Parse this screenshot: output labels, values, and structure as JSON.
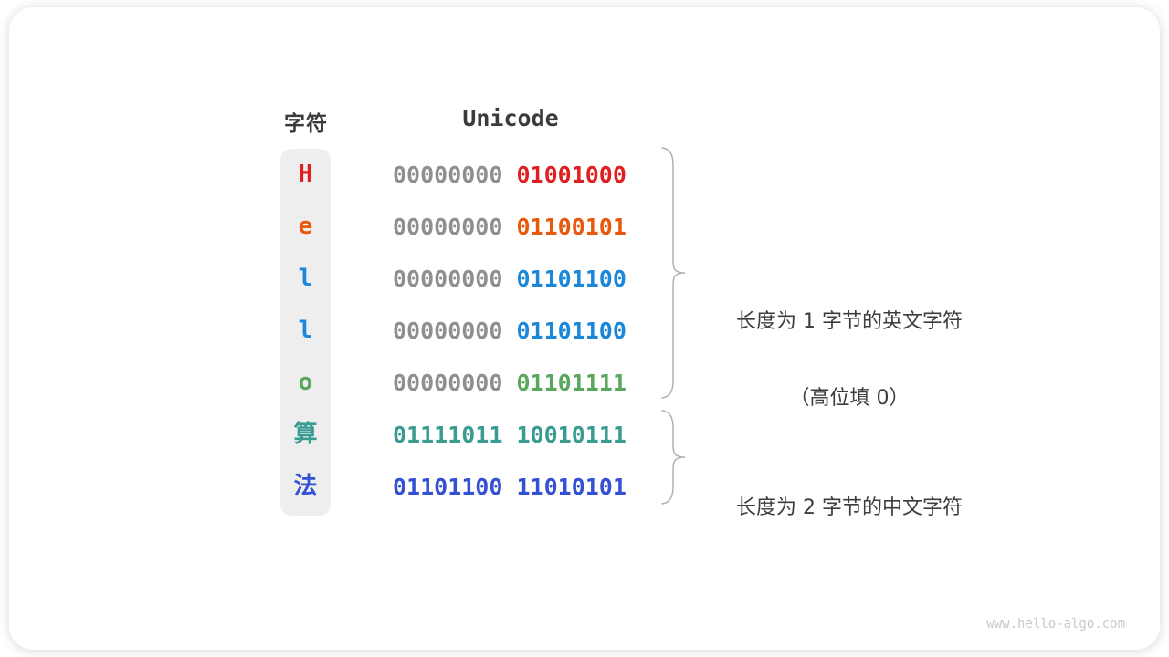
{
  "table": {
    "char_header": "字符",
    "unicode_header": "Unicode",
    "zero_pad_color": "#8f8f8f",
    "rows": [
      {
        "char": "H",
        "color": "#e02020",
        "byte1": "00000000",
        "byte1_padded": true,
        "byte2": "01001000"
      },
      {
        "char": "e",
        "color": "#e8590c",
        "byte1": "00000000",
        "byte1_padded": true,
        "byte2": "01100101"
      },
      {
        "char": "l",
        "color": "#1b87d9",
        "byte1": "00000000",
        "byte1_padded": true,
        "byte2": "01101100"
      },
      {
        "char": "l",
        "color": "#1b87d9",
        "byte1": "00000000",
        "byte1_padded": true,
        "byte2": "01101100"
      },
      {
        "char": "o",
        "color": "#58a75c",
        "byte1": "00000000",
        "byte1_padded": true,
        "byte2": "01101111"
      },
      {
        "char": "算",
        "color": "#3a9c90",
        "byte1": "01111011",
        "byte1_padded": false,
        "byte2": "10010111"
      },
      {
        "char": "法",
        "color": "#3351d2",
        "byte1": "01101100",
        "byte1_padded": false,
        "byte2": "11010101"
      }
    ]
  },
  "annotations": [
    {
      "line1": "长度为 1 字节的英文字符",
      "line2": "（高位填 0）"
    },
    {
      "line1": "长度为 2 字节的中文字符",
      "line2": ""
    }
  ],
  "braces": {
    "color": "#b0b0b0"
  },
  "footer": {
    "site": "www.hello-algo.com"
  },
  "layout_colors": {
    "column_bg": "#eeeeef",
    "header_text": "#3b3b3b",
    "annotation_text": "#3d3d3d"
  }
}
